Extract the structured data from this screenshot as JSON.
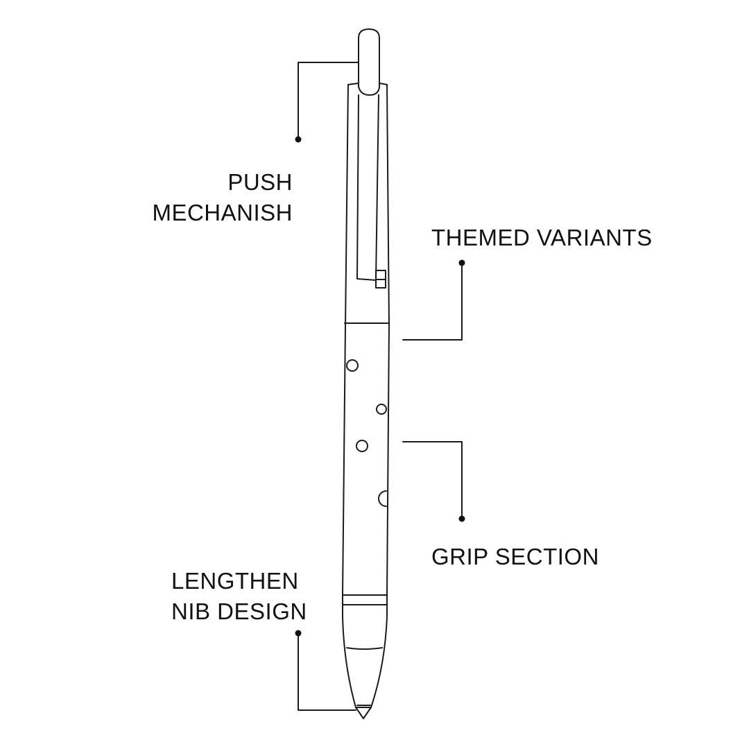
{
  "diagram": {
    "subject": "retractable pen",
    "stroke_color": "#1a1a1a",
    "background_color": "#ffffff",
    "text_color": "#111111"
  },
  "callouts": {
    "push_mechanism": {
      "line1": "PUSH",
      "line2": "MECHANISH"
    },
    "themed_variants": {
      "line1": "THEMED VARIANTS"
    },
    "grip_section": {
      "line1": "GRIP SECTION"
    },
    "lengthen_nib": {
      "line1": "LENGTHEN",
      "line2": "NIB DESIGN"
    }
  }
}
